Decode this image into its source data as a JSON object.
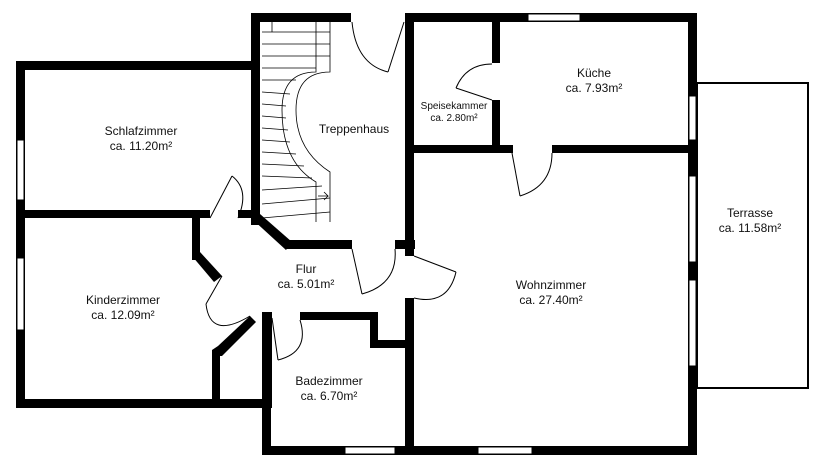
{
  "floorplan": {
    "colors": {
      "wall": "#000000",
      "window": "#ffffff",
      "door_line": "#000000",
      "background": "#ffffff"
    },
    "rooms": [
      {
        "id": "schlafzimmer",
        "name": "Schlafzimmer",
        "area": "ca. 11.20m²"
      },
      {
        "id": "kinderzimmer",
        "name": "Kinderzimmer",
        "area": "ca. 12.09m²"
      },
      {
        "id": "treppenhaus",
        "name": "Treppenhaus",
        "area": ""
      },
      {
        "id": "speisekammer",
        "name": "Speisekammer",
        "area": "ca. 2.80m²"
      },
      {
        "id": "kueche",
        "name": "Küche",
        "area": "ca. 7.93m²"
      },
      {
        "id": "flur",
        "name": "Flur",
        "area": "ca. 5.01m²"
      },
      {
        "id": "wohnzimmer",
        "name": "Wohnzimmer",
        "area": "ca. 27.40m²"
      },
      {
        "id": "badezimmer",
        "name": "Badezimmer",
        "area": "ca. 6.70m²"
      },
      {
        "id": "terrasse",
        "name": "Terrasse",
        "area": "ca. 11.58m²"
      }
    ]
  }
}
